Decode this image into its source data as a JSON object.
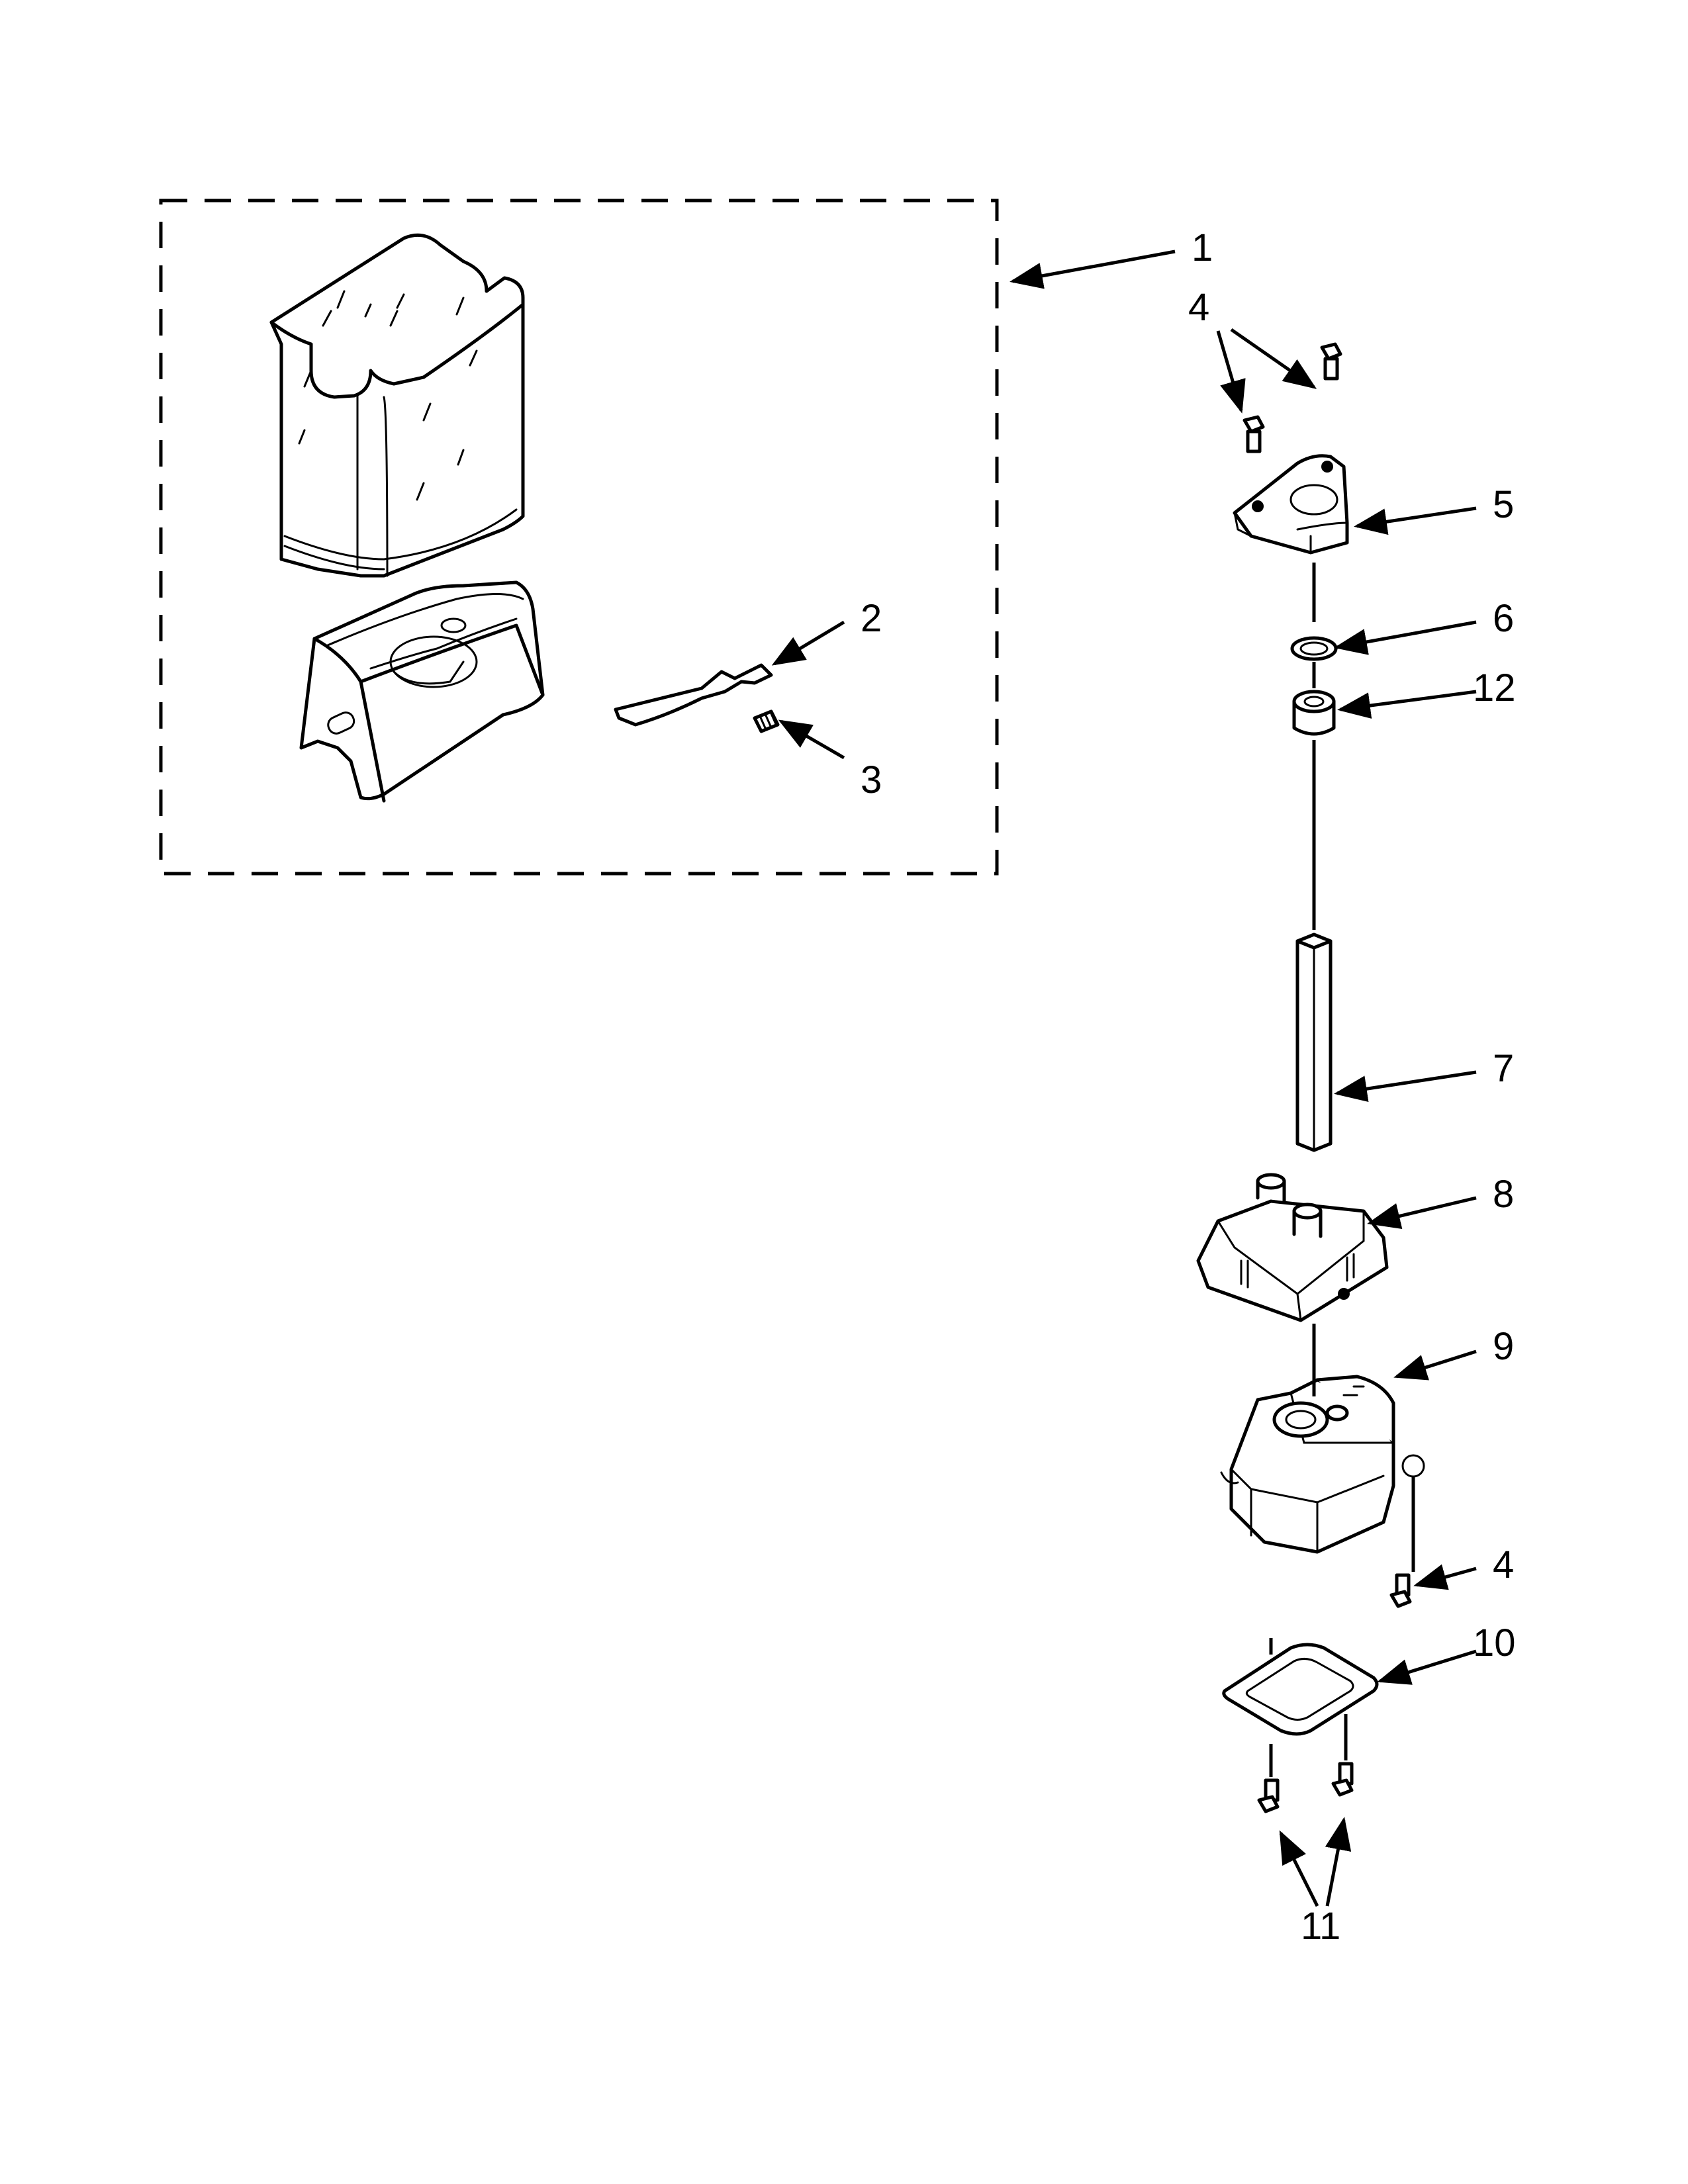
{
  "diagram": {
    "type": "exploded-parts-view",
    "callouts": [
      {
        "id": "c1",
        "label": "1",
        "part": "assembly-kit"
      },
      {
        "id": "c2",
        "label": "2",
        "part": "bracket"
      },
      {
        "id": "c3",
        "label": "3",
        "part": "spring"
      },
      {
        "id": "c4a",
        "label": "4",
        "part": "screw"
      },
      {
        "id": "c5",
        "label": "5",
        "part": "mounting-plate"
      },
      {
        "id": "c6",
        "label": "6",
        "part": "washer"
      },
      {
        "id": "c12",
        "label": "12",
        "part": "bushing"
      },
      {
        "id": "c7",
        "label": "7",
        "part": "shaft"
      },
      {
        "id": "c8",
        "label": "8",
        "part": "motor-cover"
      },
      {
        "id": "c9",
        "label": "9",
        "part": "motor"
      },
      {
        "id": "c4b",
        "label": "4",
        "part": "screw"
      },
      {
        "id": "c10",
        "label": "10",
        "part": "gasket"
      },
      {
        "id": "c11",
        "label": "11",
        "part": "screws"
      }
    ]
  }
}
